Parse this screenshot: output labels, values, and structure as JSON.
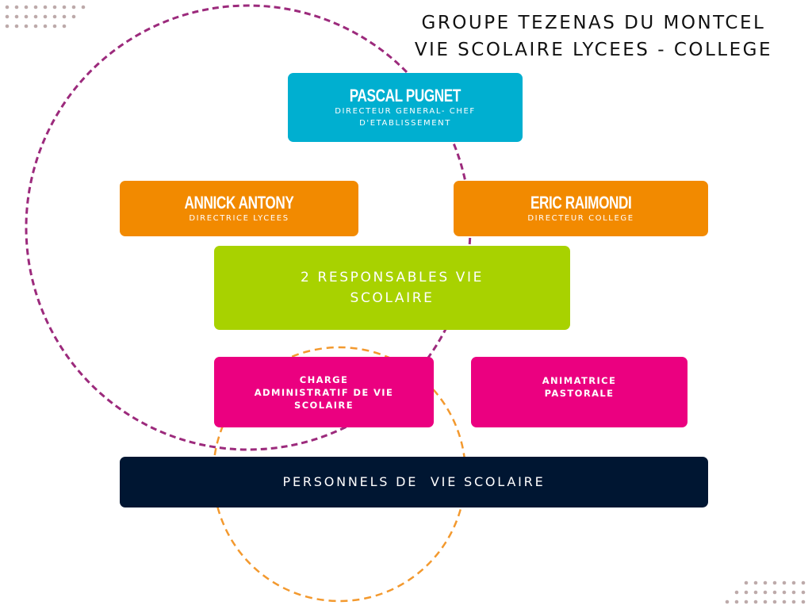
{
  "header": {
    "line1": "GROUPE TEZENAS DU MONTCEL",
    "line2": "VIE SCOLAIRE LYCEES - COLLEGE"
  },
  "colors": {
    "director": "#00afd0",
    "lycee": "#f28a00",
    "responsables": "#a8d200",
    "pink": "#eb0080",
    "personnel": "#001632",
    "purple_circle": "#9c2a7c",
    "orange_circle": "#f3992e"
  },
  "nodes": {
    "director": {
      "name": "PASCAL PUGNET",
      "role_line1": "DIRECTEUR GENERAL- CHEF",
      "role_line2": "D'ETABLISSEMENT"
    },
    "lycees": {
      "name": "ANNICK ANTONY",
      "role": "DIRECTRICE LYCEES"
    },
    "college": {
      "name": "ERIC RAIMONDI",
      "role": "DIRECTEUR COLLEGE"
    },
    "responsables": {
      "line1": "2 RESPONSABLES VIE",
      "line2": "SCOLAIRE"
    },
    "charge": {
      "line1": "CHARGE",
      "line2": "ADMINISTRATIF DE VIE",
      "line3": "SCOLAIRE"
    },
    "animatrice": {
      "line1": "ANIMATRICE",
      "line2": "PASTORALE"
    },
    "personnels": {
      "label": "PERSONNELS DE  VIE SCOLAIRE"
    }
  }
}
